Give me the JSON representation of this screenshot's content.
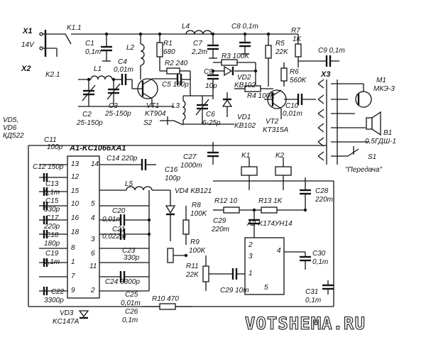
{
  "labels": {
    "x1": "X1",
    "k1_1": "K1.1",
    "v14": "14V",
    "x2": "X2",
    "k2_1": "K2.1",
    "vd56": "VD5,",
    "vd56b": "VD6",
    "kd522": "КД522",
    "c11": "C11",
    "c11v": "100p",
    "l4": "L4",
    "c8": "C8 0,1m",
    "r7": "R7",
    "r7v": "1K",
    "c9": "C9 0,1m",
    "c1": "C1",
    "c1v": "0,1m",
    "l2": "L2",
    "r1": "R1",
    "r1v": "680",
    "c7": "C7",
    "c7v": "2,2m",
    "r3": "R3 100K",
    "r5": "R5",
    "r5v": "22K",
    "l1": "L1",
    "c4": "C4",
    "c4v": "0,01m",
    "r2": "R2 240",
    "c5": "C5 150p",
    "c9b": "C9",
    "c9bv": "10p",
    "vd2": "VD2",
    "vd2v": "KB102",
    "r6": "R6",
    "r6v": "560K",
    "x3": "X3",
    "m1": "M1",
    "m1v": "МКЭ-3",
    "r4": "R4 100K",
    "vt1": "VT1",
    "vt1v": "KT904",
    "l3": "L3",
    "c6": "C6",
    "c6v": "6-25p",
    "vd1": "VD1",
    "vd1v": "KB102",
    "vt2": "VT2",
    "vt2v": "KT315A",
    "c10": "C10",
    "c10v": "0,01m",
    "c2": "C2",
    "c2v": "25-150p",
    "c3": "C3",
    "c3v": "25-150p",
    "s2": "S2",
    "b1": "B1",
    "b1v": "0,5ГДШ-1",
    "s1": "S1",
    "s1v": "\"Передача\"",
    "a1": "A1-KC1066XA1",
    "c14": "C14  220p",
    "c27": "C27",
    "c27v": "1000m",
    "k1": "K1",
    "k2": "K2",
    "c12": "C12 150p",
    "c16": "C16",
    "c16v": "100p",
    "c13": "C13",
    "c13v": "0,1m",
    "l5": "L5",
    "vd4": "VD4 KB121",
    "c15": "C15",
    "c15v": "330p",
    "c17": "C17",
    "c17v": "220p",
    "c18": "C18",
    "c18v": "180p",
    "c19": "C19",
    "c19v": "0,1m",
    "c20": "C20",
    "c20v": "0,01m",
    "c21": "C21",
    "c21v": "0,022m",
    "c23": "C23",
    "c23v": "330p",
    "c24": "C24 3300p",
    "c22": "C22",
    "c22v": "3300p",
    "c25": "C25",
    "c25v": "0,01m",
    "c26": "C26",
    "c26v": "0,1m",
    "r10": "R10 470",
    "vd3": "VD3",
    "vd3v": "KC147A",
    "r8": "R8",
    "r8v": "100K",
    "r9": "R9",
    "r9v": "100K",
    "r11": "R11",
    "r11v": "22K",
    "c29b": "C29 10m",
    "r12": "R12 10",
    "r13": "R13 1K",
    "c29": "C29",
    "c29v": "220m",
    "a2": "A2-K174УН14",
    "c28": "C28",
    "c28v": "220m",
    "c30": "C30",
    "c30v": "0,1m",
    "c31": "C31",
    "c31v": "0,1m"
  },
  "pins": {
    "p13": "13",
    "p14": "14",
    "p12": "12",
    "p15": "15",
    "p10": "10",
    "p5": "5",
    "p16": "16",
    "p4": "4",
    "p18": "18",
    "p3": "3",
    "p8": "8",
    "p6": "6",
    "p1": "1",
    "p11": "11",
    "p7": "7",
    "p9": "9",
    "p2": "2",
    "a2p2": "2",
    "a2p3": "3",
    "a2p4": "4",
    "a2p1": "1",
    "a2p5": "5"
  },
  "watermark": "VOTSHEMA.RU"
}
